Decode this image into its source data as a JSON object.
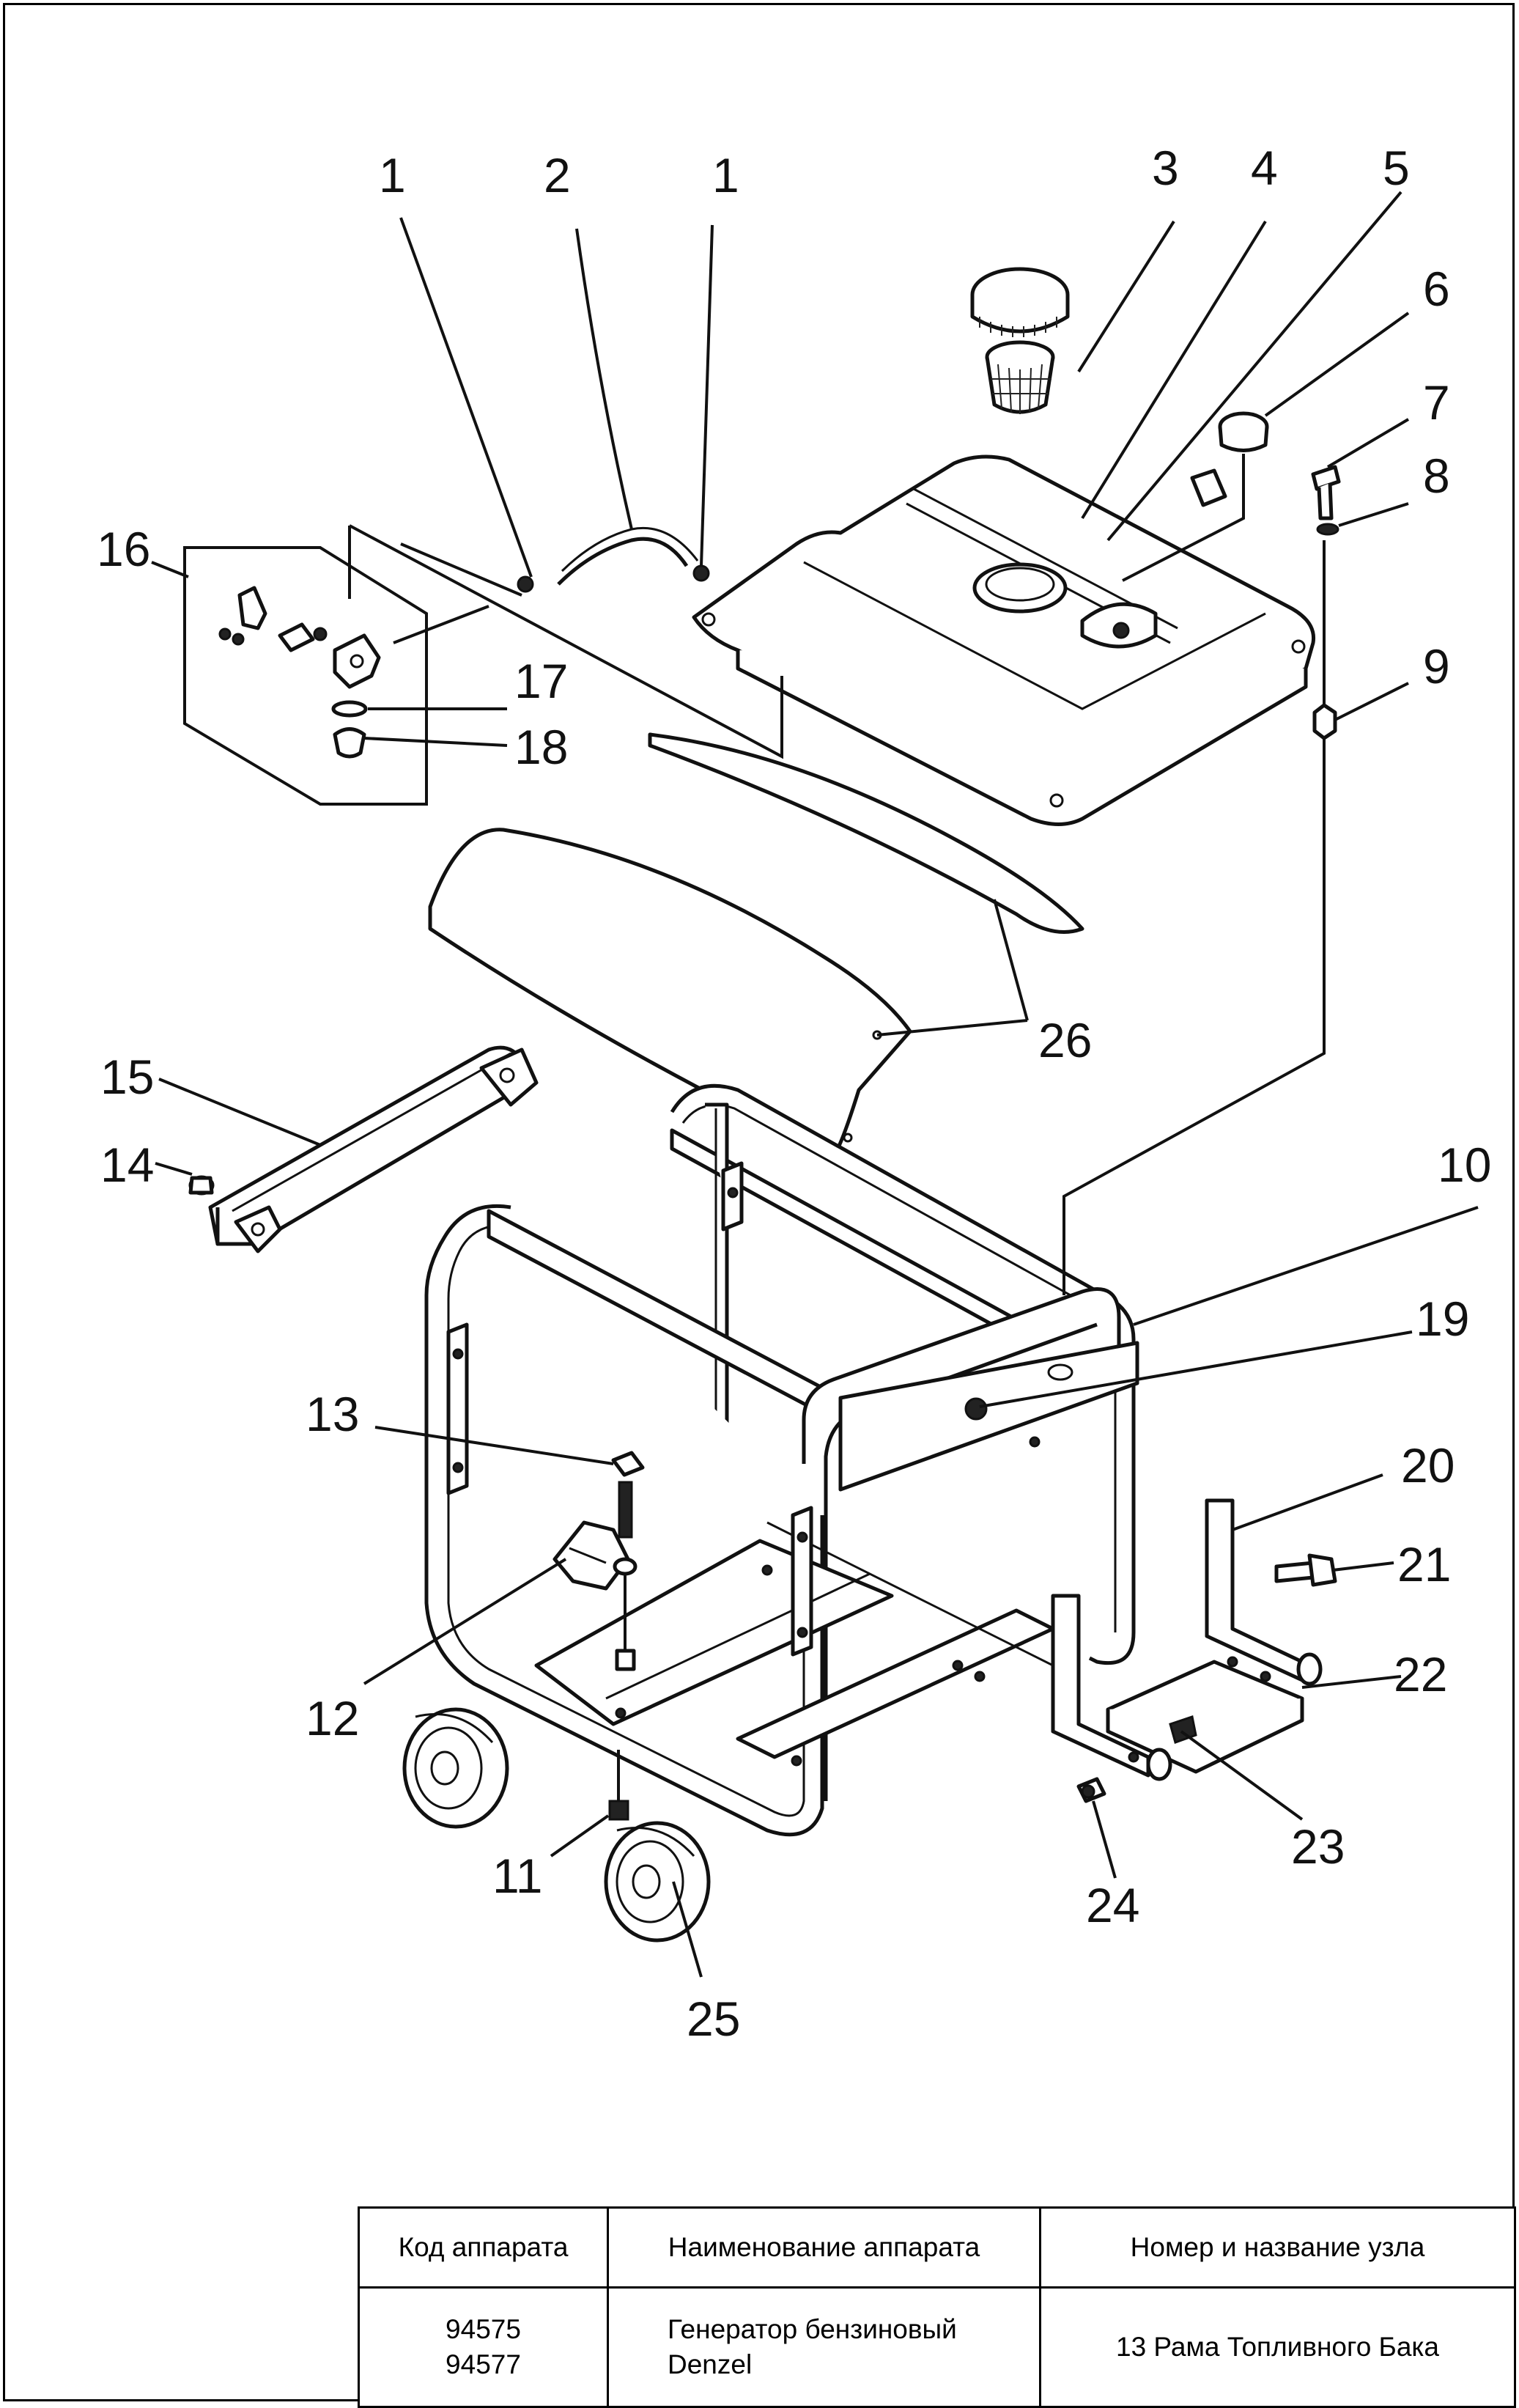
{
  "callouts": [
    "1",
    "2",
    "1",
    "3",
    "4",
    "5",
    "6",
    "7",
    "8",
    "9",
    "10",
    "11",
    "12",
    "13",
    "14",
    "15",
    "16",
    "17",
    "18",
    "19",
    "20",
    "21",
    "22",
    "23",
    "24",
    "25",
    "26"
  ],
  "table": {
    "headers": [
      "Код аппарата",
      "Наименование аппарата",
      "Номер и название узла"
    ],
    "codes": "94575\n94577",
    "name": "Генератор бензиновый\nDenzel",
    "node": "13 Рама Топливного Бака"
  }
}
